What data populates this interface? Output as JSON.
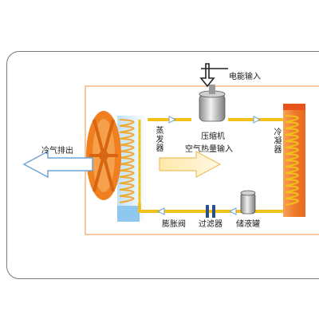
{
  "labels": {
    "power_input": "电能输入",
    "cold_air_out": "冷气排出",
    "evaporator": "蒸发器",
    "compressor": "压缩机",
    "air_heat_input": "空气热量输入",
    "condenser": "冷凝器",
    "expansion_valve": "膨胀阀",
    "filter": "过滤器",
    "receiver": "储液罐"
  },
  "colors": {
    "pipe": "#f2c21b",
    "coil": "#f0a733",
    "frame": "#f2c9a0",
    "condenser_body": "#f07a2a",
    "condenser_top": "#e8531c",
    "arrow_fill": "#ffffff",
    "arrow_stroke": "#6fa3d8",
    "fan": "#f07f1f",
    "evap_block": "#8fc7ef"
  }
}
